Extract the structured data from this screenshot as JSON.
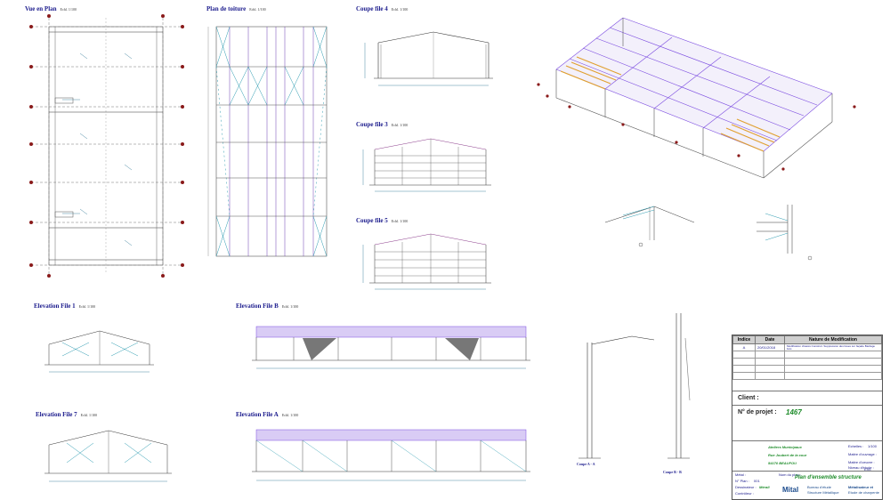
{
  "views": {
    "plan": {
      "title": "Vue en Plan",
      "scale": "Echl. 1/100"
    },
    "roof": {
      "title": "Plan de toiture",
      "scale": "Echl. 1/100"
    },
    "coupe4": {
      "title": "Coupe file 4",
      "scale": "Echl. 1/100"
    },
    "coupe3": {
      "title": "Coupe file 3",
      "scale": "Echl. 1/100"
    },
    "coupe5": {
      "title": "Coupe file 5",
      "scale": "Echl. 1/100"
    },
    "elev1": {
      "title": "Elevation File 1",
      "scale": "Echl. 1/100"
    },
    "elevB": {
      "title": "Elevation File B",
      "scale": "Echl. 1/100"
    },
    "elev7": {
      "title": "Elevation File 7",
      "scale": "Echl. 1/100"
    },
    "elevA": {
      "title": "Elevation File A",
      "scale": "Echl. 1/100"
    },
    "coupeAA": {
      "title": "Coupe A - A"
    },
    "coupeBB": {
      "title": "Coupe B - B"
    }
  },
  "cartouche": {
    "rev_headers": [
      "Indice",
      "Date",
      "Nature de Modification"
    ],
    "rev_rows": [
      {
        "indice": "A",
        "date": "20/01/2018",
        "nature": "Modification chassis Construit. Suppression des lisses sur façade Bardage bois"
      }
    ],
    "client_label": "Client :",
    "project_label": "N° de projet :",
    "project_number": "1467",
    "company_line1": "Ateliers Municipaux",
    "company_line2": "Rue Joubert de la cour",
    "company_line3": "54170 BEAUFOU",
    "echelle_label": "Echelles :",
    "echelle_value": "1/100",
    "maitre_label": "Maitre d'ouvrage :",
    "maitre_oeuvre_label": "Maitre d'oeuvre :",
    "niveau_label": "Niveau d'étude :",
    "niveau_value": "EXE",
    "metal_label": "Métal :",
    "nom_plan_label": "Nom du plan :",
    "plan_title": "Plan d'ensemble structure",
    "plan_no_label": "N° Plan :",
    "plan_no_value": "001",
    "dessinateur_label": "Dessinateur :",
    "dessinateur_value": "Mérali",
    "controleur_label": "Contrôleur :",
    "logo_text": "Mital",
    "bureau_line1": "Bureau d'étude",
    "bureau_line2": "Structure Métallique",
    "metal_co_line1": "Métalisateur et",
    "metal_co_line2": "Etude de charpente"
  }
}
